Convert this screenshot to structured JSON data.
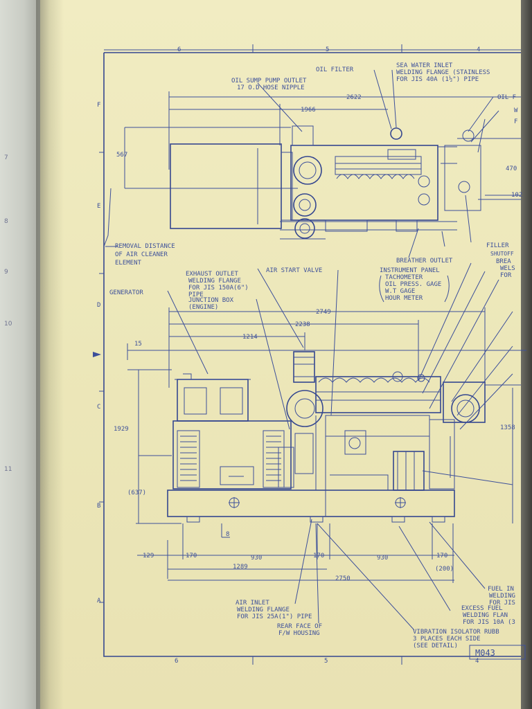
{
  "zone_letters": [
    "F",
    "E",
    "D",
    "C",
    "B",
    "A"
  ],
  "zone_numbers": {
    "top": [
      "6",
      "5",
      "4"
    ],
    "bottom": [
      "6",
      "5",
      "4"
    ]
  },
  "drawing_number": "M043",
  "top_view": {
    "dimensions": {
      "overall": "2622",
      "engine": "1966",
      "height_left": "567",
      "right_1": "470",
      "right_2": "102"
    },
    "labels": {
      "oil_sump_1": "OIL SUMP PUMP OUTLET",
      "oil_sump_2": "17 O.D HOSE NIPPLE",
      "oil_filter": "OIL FILTER",
      "sea_water_1": "SEA WATER INLET",
      "sea_water_2": "WELDING FLANGE (STAINLESS",
      "sea_water_3": "FOR JIS 40A (1½\") PIPE",
      "oil_right": "OIL F",
      "right_a": "W",
      "right_b": "F",
      "removal_1": "REMOVAL DISTANCE",
      "removal_2": "OF AIR CLEANER",
      "removal_3": "ELEMENT",
      "breather": "BREATHER OUTLET",
      "filler": "FILLER",
      "shutoff": "SHUTOFF",
      "brea": "BREA",
      "wels": "WELS",
      "for_r": "FOR",
      "instrument_1": "INSTRUMENT PANEL",
      "instrument_2": "TACHOMETER",
      "instrument_3": "OIL PRESS. GAGE",
      "instrument_4": "W.T GAGE",
      "instrument_5": "HOUR METER"
    }
  },
  "side_view": {
    "dimensions": {
      "overall": "2749",
      "d2238": "2238",
      "d1214": "1214",
      "d15": "15",
      "height": "1929",
      "base_height": "(637)",
      "right_height": "1358",
      "small": "8",
      "bottom": [
        "129",
        "170",
        "930",
        "170",
        "930",
        "170"
      ],
      "bottom_200": "(200)",
      "d1289": "1289",
      "d2750": "2750"
    },
    "labels": {
      "exhaust_1": "EXHAUST OUTLET",
      "exhaust_2": "WELDING FLANGE",
      "exhaust_3": "FOR JIS 150A(6\")",
      "exhaust_4": "PIPE",
      "junction_1": "JUNCTION BOX",
      "junction_2": "(ENGINE)",
      "air_start": "AIR START VALVE",
      "generator": "GENERATOR",
      "air_inlet_1": "AIR INLET",
      "air_inlet_2": "WELDING FLANGE",
      "air_inlet_3": "FOR JIS 25A(1\") PIPE",
      "rear_face_1": "REAR FACE OF",
      "rear_face_2": "F/W HOUSING",
      "vibration_1": "VIBRATION ISOLATOR RUBB",
      "vibration_2": "3 PLACES EACH SIDE",
      "vibration_3": "(SEE DETAIL)",
      "excess_1": "EXCESS FUEL",
      "excess_2": "WELDING FLAN",
      "excess_3": "FOR JIS 10A (3",
      "fuel_1": "FUEL IN",
      "fuel_2": "WELDING",
      "fuel_3": "FOR JIS"
    }
  },
  "margin_marks": [
    "7",
    "8",
    "9",
    "10",
    "11"
  ]
}
